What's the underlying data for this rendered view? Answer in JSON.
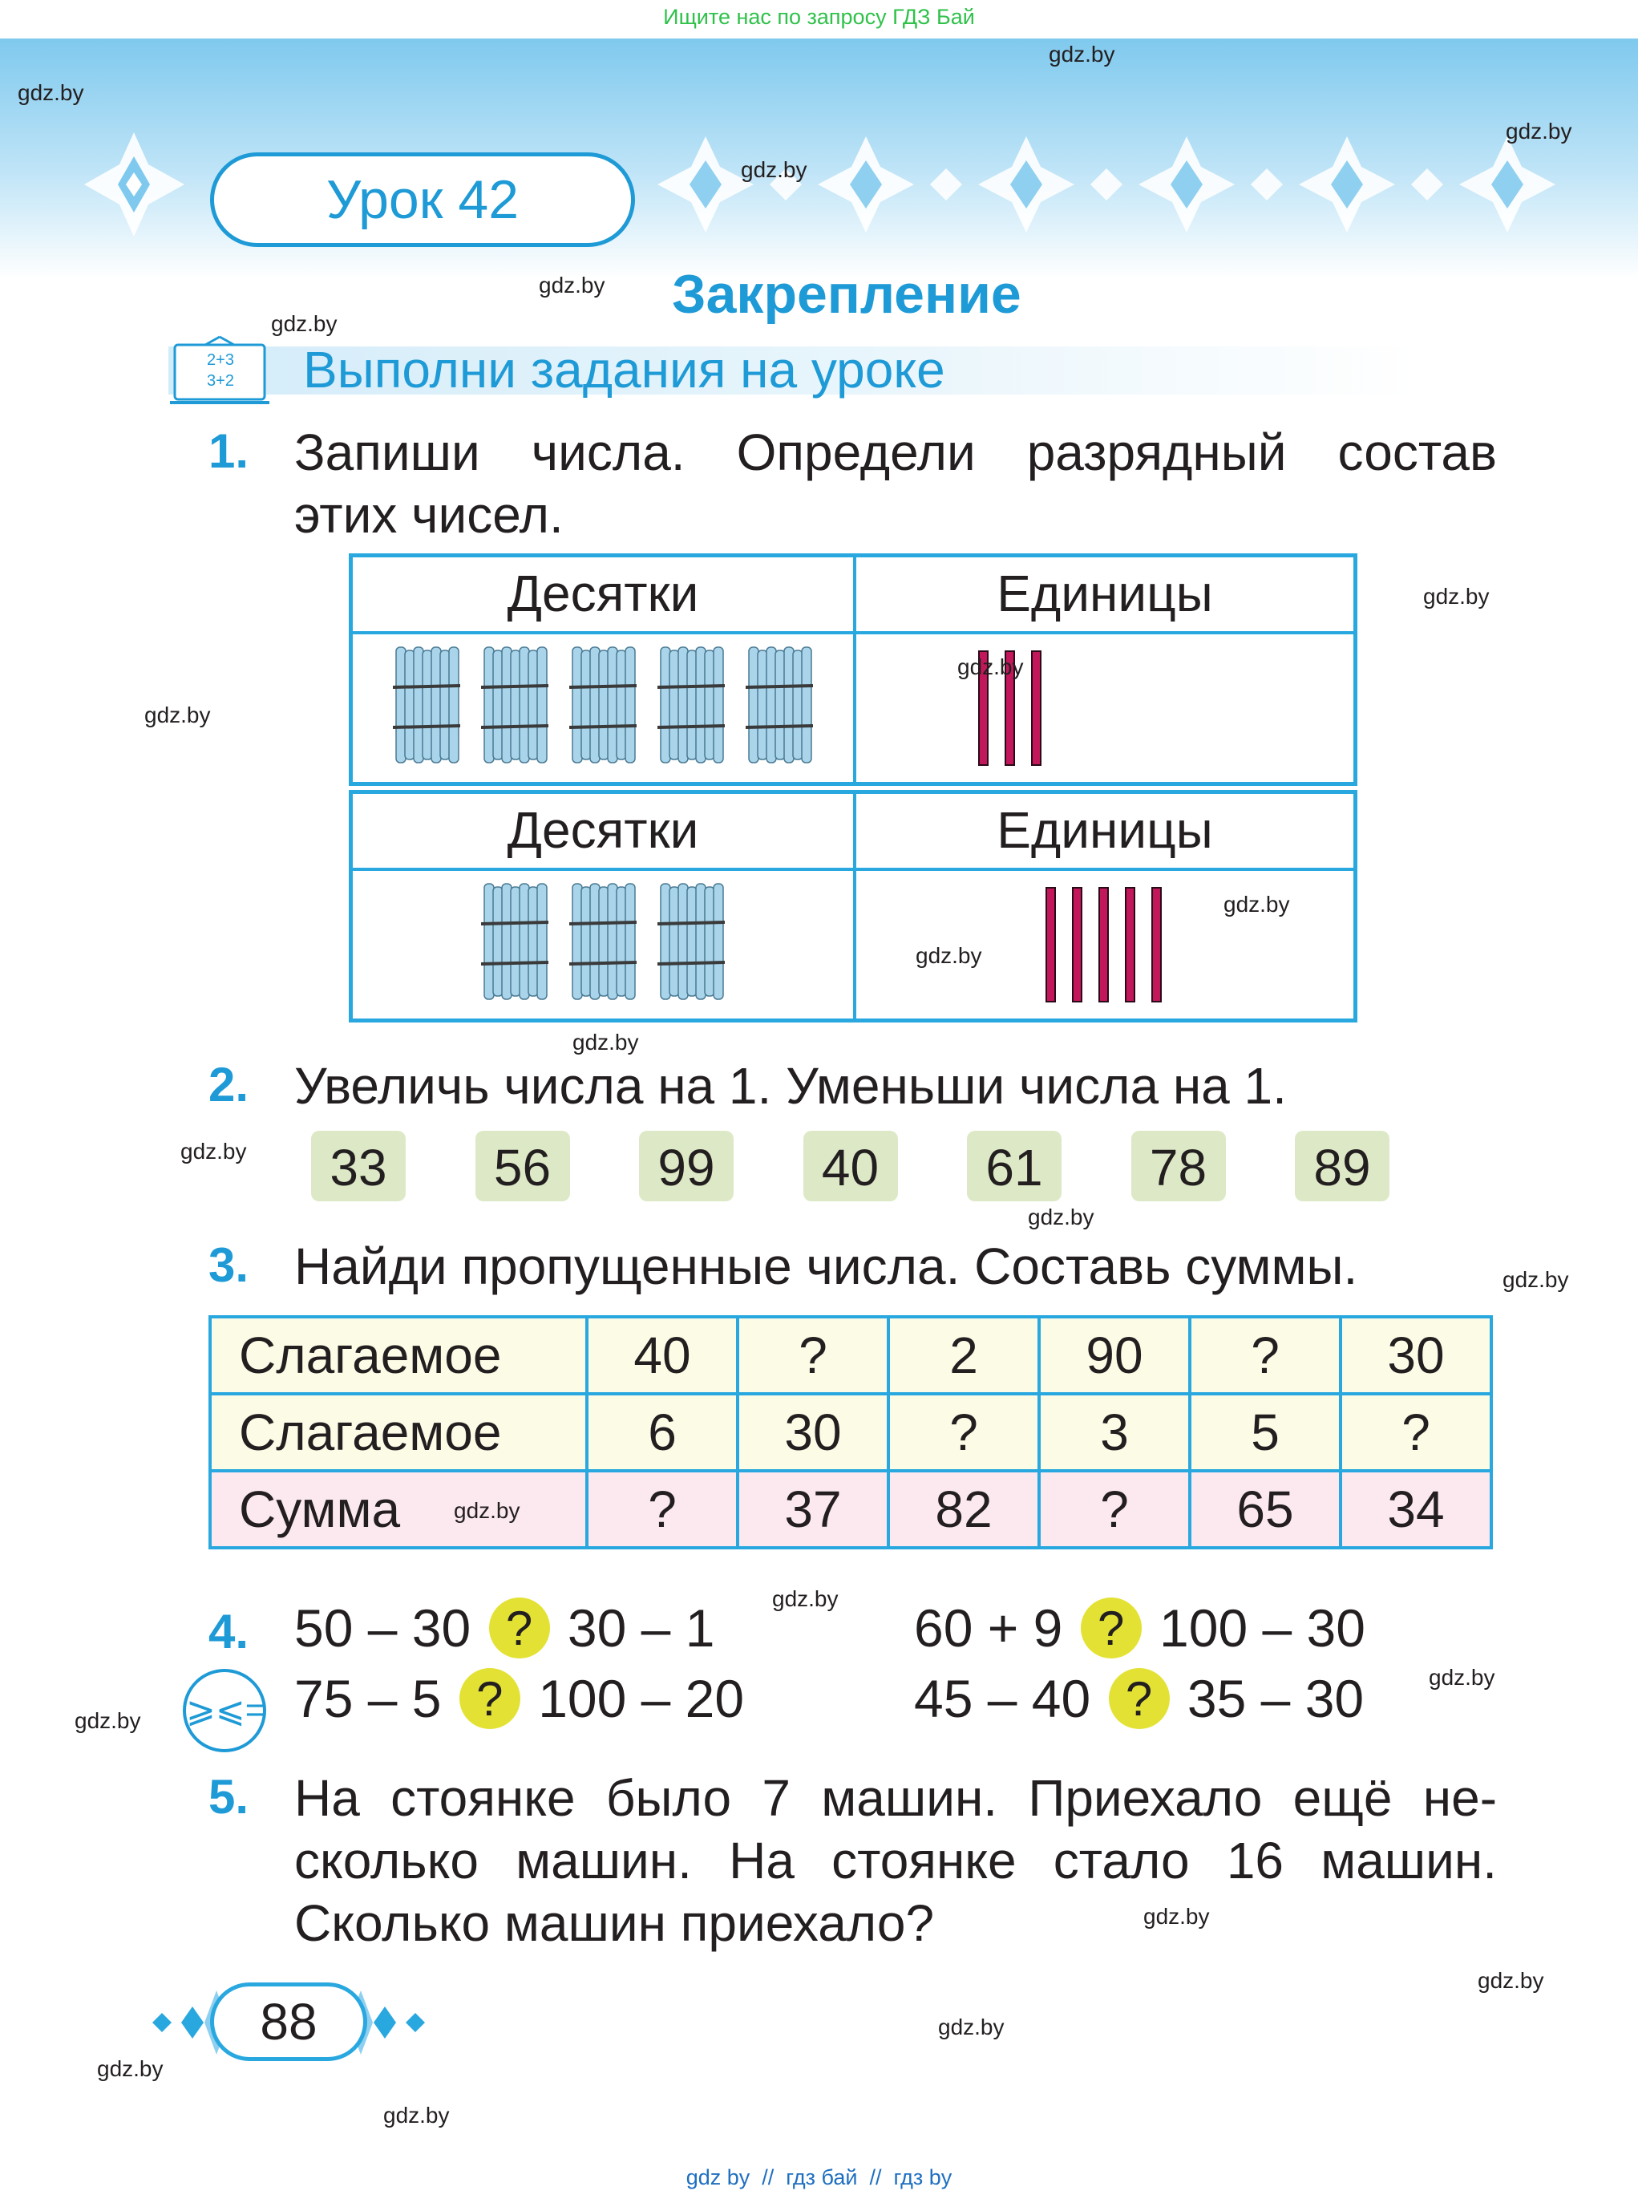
{
  "top_banner": "Ищите нас по запросу ГДЗ Бай",
  "lesson_title": "Урок 42",
  "subtitle": "Закрепление",
  "board_icon": {
    "line1": "2+3",
    "line2": "3+2"
  },
  "instruction": "Выполни задания на уроке",
  "task1": {
    "number": "1.",
    "line1": "Запиши числа. Определи разрядный состав",
    "line2": "этих чисел.",
    "tables": [
      {
        "tens_header": "Десятки",
        "units_header": "Единицы",
        "tens_bundles": 5,
        "units_sticks": 3
      },
      {
        "tens_header": "Десятки",
        "units_header": "Единицы",
        "tens_bundles": 3,
        "units_sticks": 5
      }
    ]
  },
  "task2": {
    "number": "2.",
    "text": "Увеличь числа на 1. Уменьши числа на 1.",
    "numbers": [
      "33",
      "56",
      "99",
      "40",
      "61",
      "78",
      "89"
    ]
  },
  "task3": {
    "number": "3.",
    "text": "Найди пропущенные числа. Составь суммы.",
    "rows": [
      {
        "label": "Слагаемое",
        "values": [
          "40",
          "?",
          "2",
          "90",
          "?",
          "30"
        ]
      },
      {
        "label": "Слагаемое",
        "values": [
          "6",
          "30",
          "?",
          "3",
          "5",
          "?"
        ]
      },
      {
        "label": "Сумма",
        "values": [
          "?",
          "37",
          "82",
          "?",
          "65",
          "34"
        ]
      }
    ]
  },
  "task4": {
    "number": "4.",
    "icon": "⩾⩽=",
    "question_mark": "?",
    "items": [
      {
        "left": "50 – 30",
        "right": "30 – 1"
      },
      {
        "left": "60 + 9",
        "right": "100 – 30"
      },
      {
        "left": "75 – 5",
        "right": "100 – 20"
      },
      {
        "left": "45 – 40",
        "right": "35 – 30"
      }
    ]
  },
  "task5": {
    "number": "5.",
    "line1": "На стоянке было 7 машин. Приехало ещё не-",
    "line2": "сколько машин. На стоянке стало 16 машин.",
    "line3": "Сколько машин приехало?"
  },
  "page_number": "88",
  "watermark": "gdz.by",
  "footer": "gdz by  //  гдз бай  //  гдз by",
  "colors": {
    "accent": "#1e9ad6",
    "table_border": "#29a8e0",
    "stick": "#c2185b",
    "bundle": "#a9d4ea",
    "chip": "#dde9c6",
    "question_dot": "#e3e234"
  }
}
